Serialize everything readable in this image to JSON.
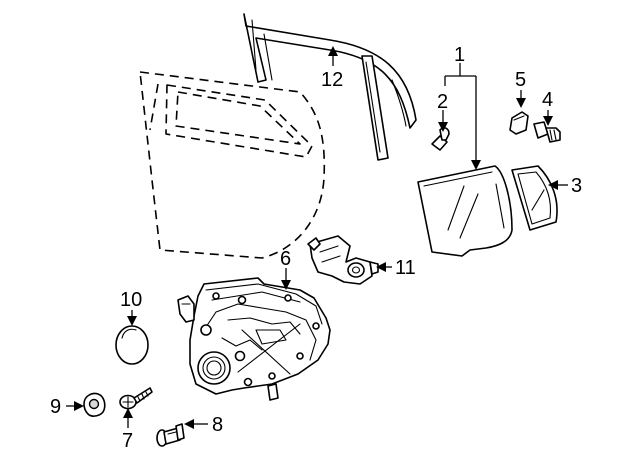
{
  "callouts": {
    "c1": "1",
    "c2": "2",
    "c3": "3",
    "c4": "4",
    "c5": "5",
    "c6": "6",
    "c7": "7",
    "c8": "8",
    "c9": "9",
    "c10": "10",
    "c11": "11",
    "c12": "12"
  },
  "colors": {
    "line": "#000000",
    "background": "#ffffff",
    "part_shade": "#d8d8d8"
  }
}
